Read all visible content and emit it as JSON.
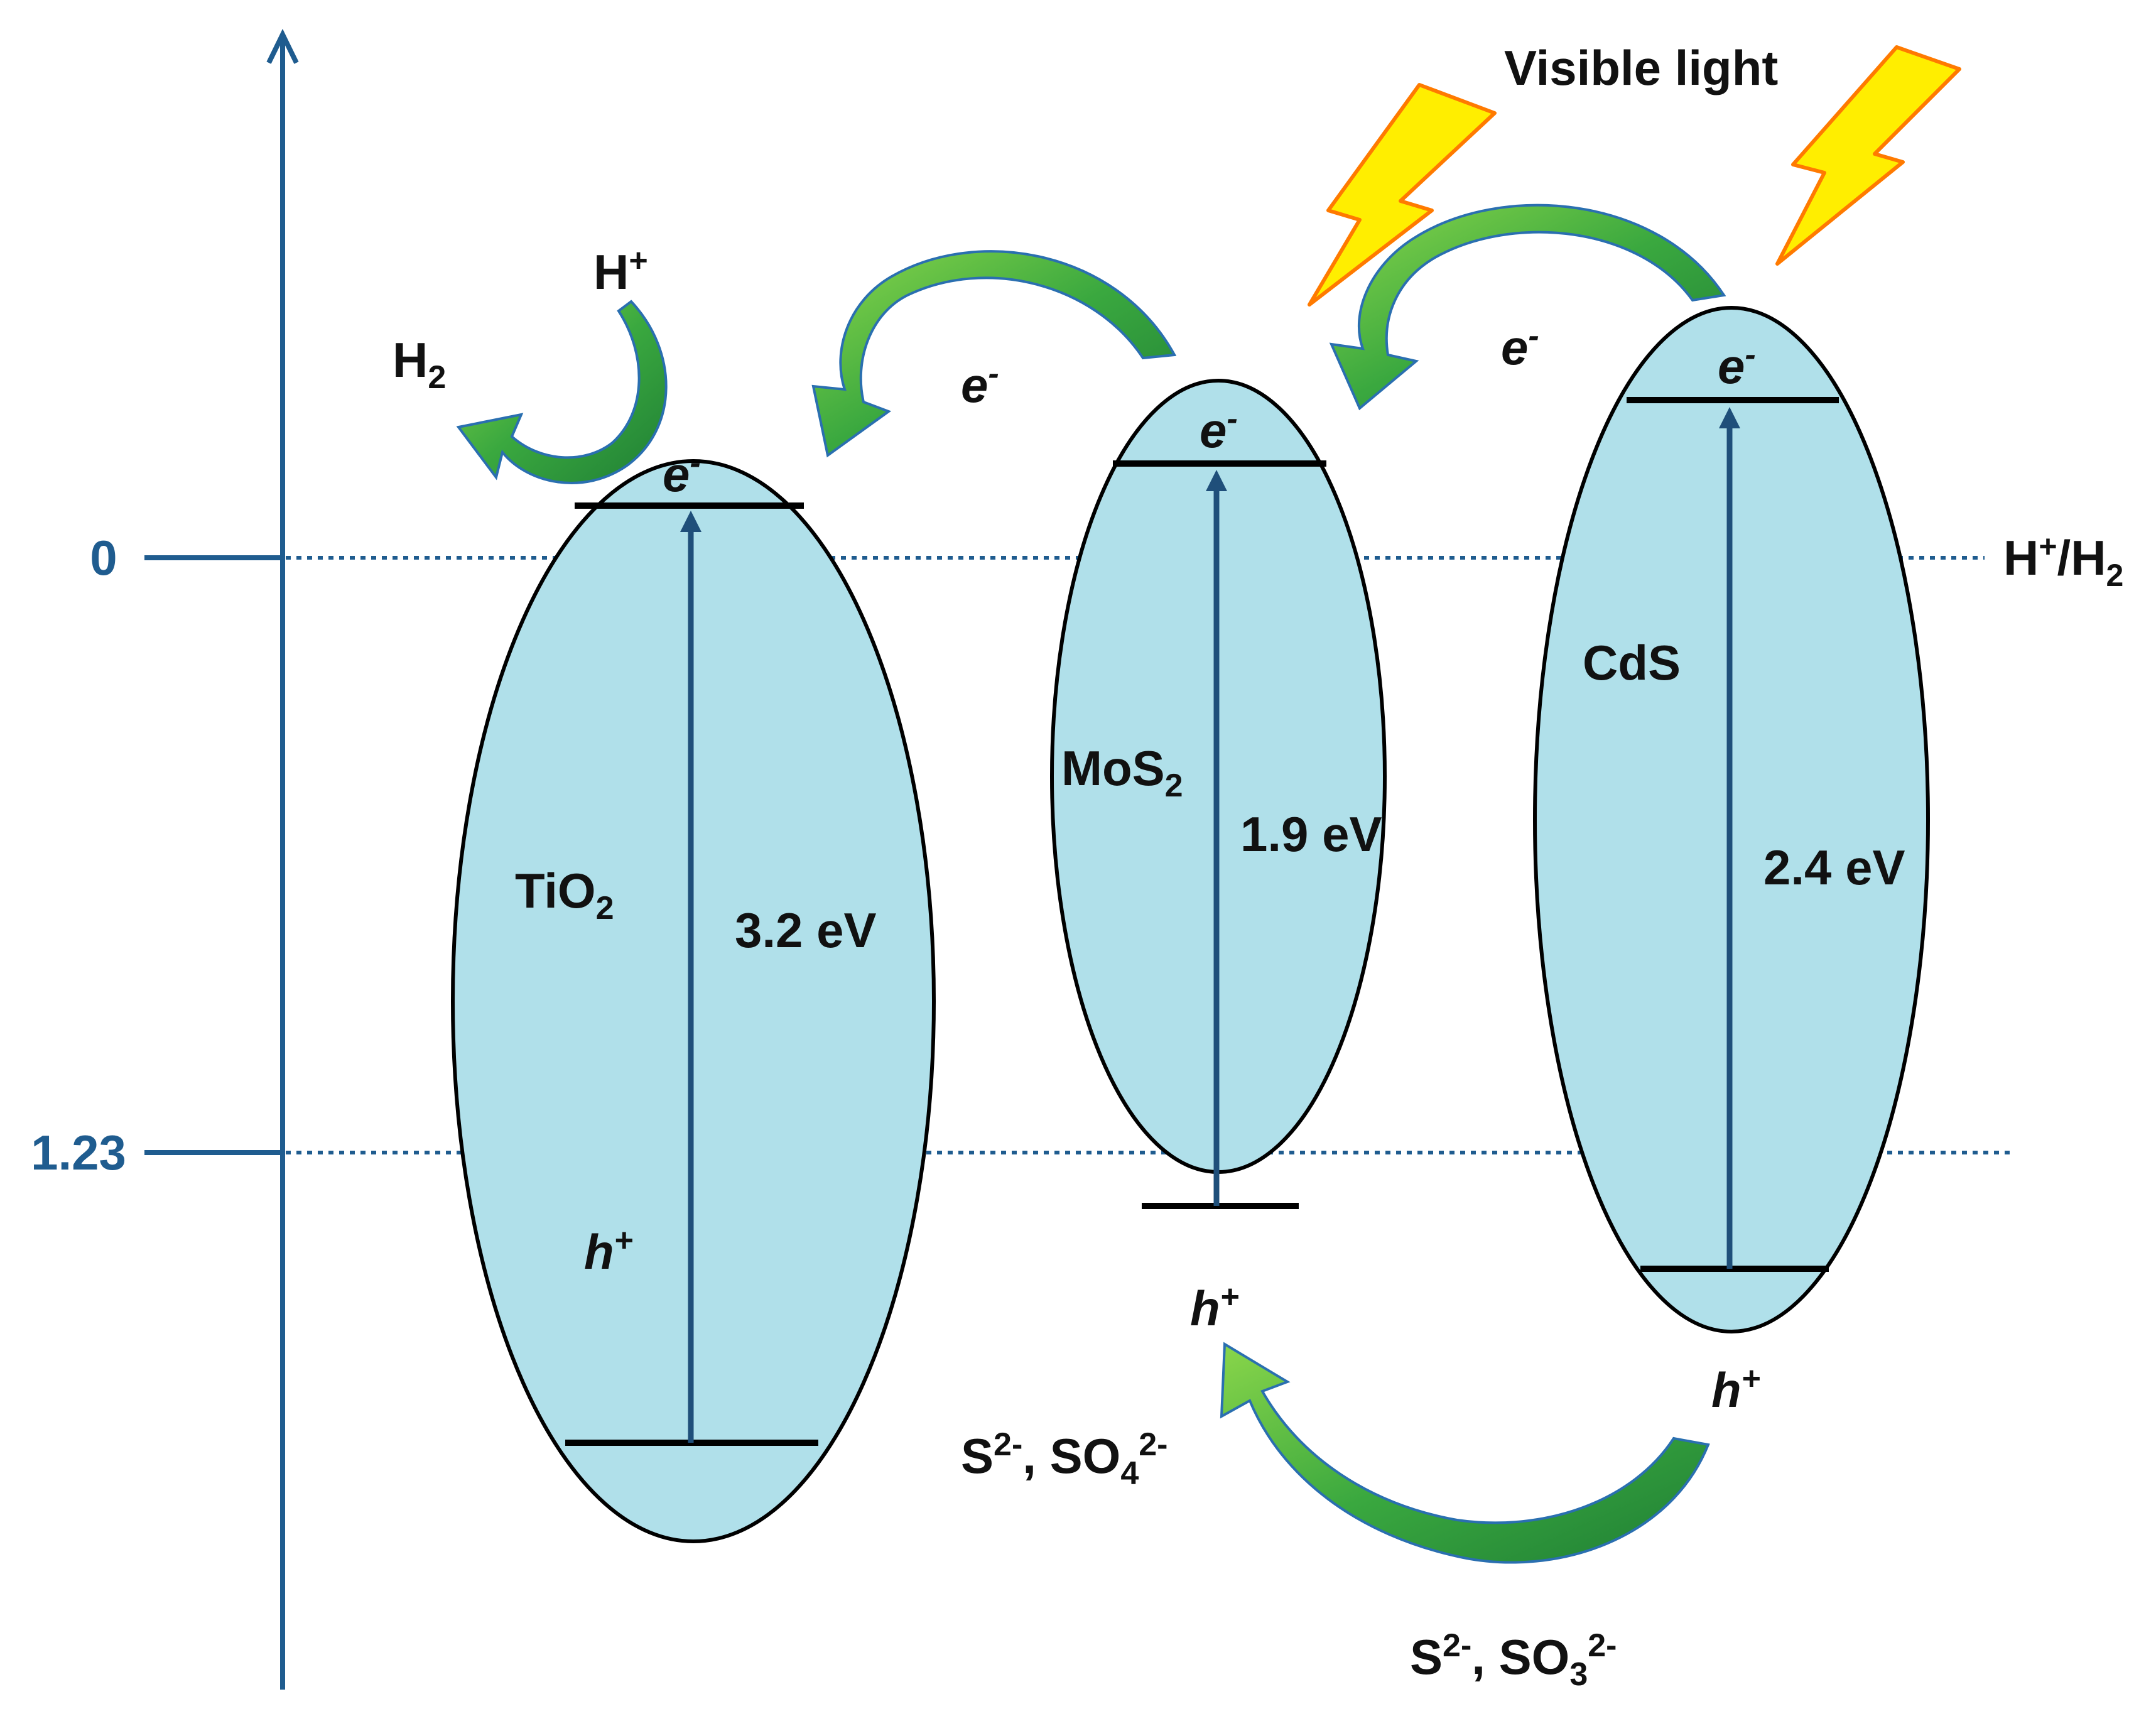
{
  "axis": {
    "ticks": [
      {
        "label": "0",
        "value": 0
      },
      {
        "label": "1.23",
        "value": 1.23
      }
    ],
    "reference_label_main": "H",
    "reference_label_sup": "+",
    "reference_label_mid": "/H",
    "reference_label_sub": "2"
  },
  "light": {
    "label": "Visible light"
  },
  "semiconductors": [
    {
      "name_main": "TiO",
      "name_sub": "2",
      "gap": "3.2 eV",
      "electron": "e",
      "electron_sup": "-",
      "hole": "h",
      "hole_sup": "+"
    },
    {
      "name_main": "MoS",
      "name_sub": "2",
      "gap": "1.9 eV",
      "electron": "e",
      "electron_sup": "-",
      "hole": "h",
      "hole_sup": "+"
    },
    {
      "name_main": "CdS",
      "name_sub": "",
      "gap": "2.4 eV",
      "electron": "e",
      "electron_sup": "-",
      "hole": "h",
      "hole_sup": "+"
    }
  ],
  "transfer_labels": {
    "e1": "e",
    "e1_sup": "-",
    "e2": "e",
    "e2_sup": "-"
  },
  "reaction": {
    "proton": "H",
    "proton_sup": "+",
    "hydrogen": "H",
    "hydrogen_sub": "2"
  },
  "sacrificial": {
    "product_a": "S",
    "product_a_sup": "2-",
    "product_b": ", SO",
    "product_b_sub": "4",
    "product_b_sup": "2-",
    "agent_a": "S",
    "agent_a_sup": "2-",
    "agent_b": ", SO",
    "agent_b_sub": "3",
    "agent_b_sup": "2-"
  },
  "colors": {
    "axis": "#1f5c8f",
    "ellipse_fill": "#b0e0ea",
    "arrow_green": "#2e9a3a",
    "arrow_green_light": "#7fcf3f",
    "arrow_edge": "#2a6fb0",
    "lightning_fill": "#ffee00",
    "lightning_edge": "#ff7a00"
  }
}
